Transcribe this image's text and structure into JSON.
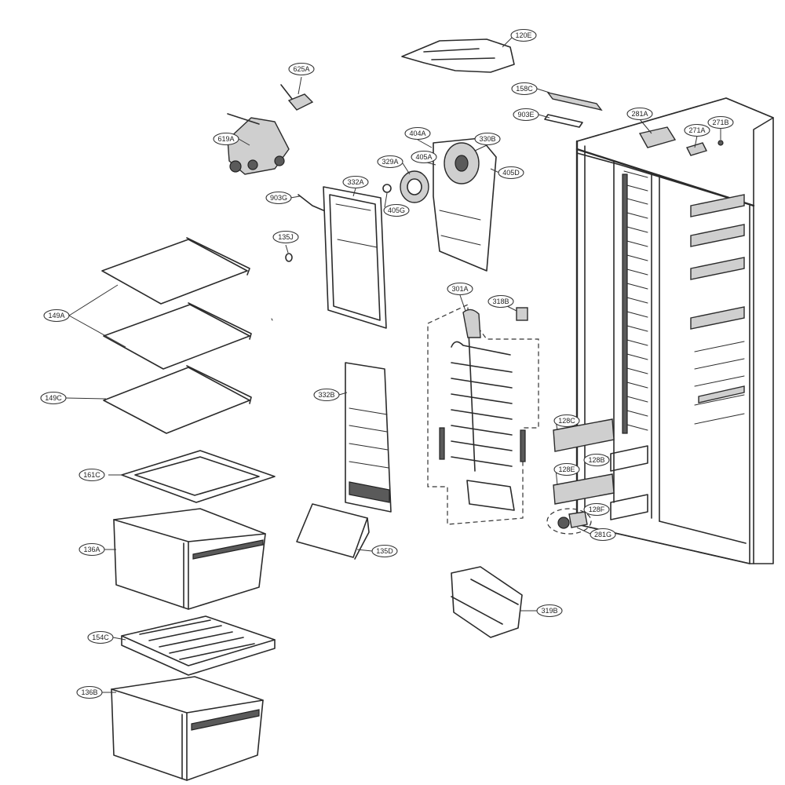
{
  "callouts": [
    {
      "id": "120E",
      "label": "120E"
    },
    {
      "id": "625A",
      "label": "625A"
    },
    {
      "id": "158C",
      "label": "158C"
    },
    {
      "id": "903E",
      "label": "903E"
    },
    {
      "id": "281A",
      "label": "281A"
    },
    {
      "id": "271B",
      "label": "271B"
    },
    {
      "id": "271A",
      "label": "271A"
    },
    {
      "id": "619A",
      "label": "619A"
    },
    {
      "id": "404A",
      "label": "404A"
    },
    {
      "id": "330B",
      "label": "330B"
    },
    {
      "id": "329A",
      "label": "329A"
    },
    {
      "id": "405A",
      "label": "405A"
    },
    {
      "id": "405D",
      "label": "405D"
    },
    {
      "id": "332A",
      "label": "332A"
    },
    {
      "id": "903G",
      "label": "903G"
    },
    {
      "id": "405G",
      "label": "405G"
    },
    {
      "id": "135J",
      "label": "135J"
    },
    {
      "id": "149A",
      "label": "149A"
    },
    {
      "id": "301A",
      "label": "301A"
    },
    {
      "id": "318B",
      "label": "318B"
    },
    {
      "id": "149C",
      "label": "149C"
    },
    {
      "id": "332B",
      "label": "332B"
    },
    {
      "id": "128C",
      "label": "128C"
    },
    {
      "id": "128B",
      "label": "128B"
    },
    {
      "id": "128E",
      "label": "128E"
    },
    {
      "id": "161C",
      "label": "161C"
    },
    {
      "id": "128F",
      "label": "128F"
    },
    {
      "id": "281G",
      "label": "281G"
    },
    {
      "id": "136A",
      "label": "136A"
    },
    {
      "id": "135D",
      "label": "135D"
    },
    {
      "id": "319B",
      "label": "319B"
    },
    {
      "id": "154C",
      "label": "154C"
    },
    {
      "id": "136B",
      "label": "136B"
    }
  ]
}
